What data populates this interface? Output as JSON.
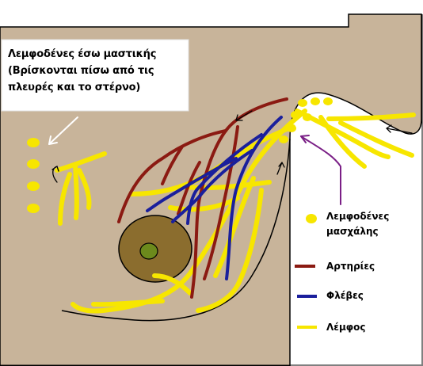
{
  "annotations": {
    "internal_mammary_nodes": {
      "line1": "Λεμφοδένες έσω μαστικής",
      "line2": "(Βρίσκονται πίσω από τις",
      "line3": "πλευρές και το στέρνο)"
    }
  },
  "legend": {
    "axillary_nodes": {
      "line1": "Λεμφοδένες",
      "line2": "μασχάλης",
      "color": "#f7e600",
      "icon": "yellow-dot"
    },
    "arteries": {
      "label": "Αρτηρίες",
      "color": "#8b1a12"
    },
    "veins": {
      "label": "Φλέβες",
      "color": "#1a1f9c"
    },
    "lymph": {
      "label": "Λέμφος",
      "color": "#f7e600"
    }
  },
  "colors": {
    "skin": "#c8b49a",
    "areola": "#8b6d2e",
    "nipple": "#6c8a1c",
    "axilla_arrow": "#7a1f86"
  }
}
